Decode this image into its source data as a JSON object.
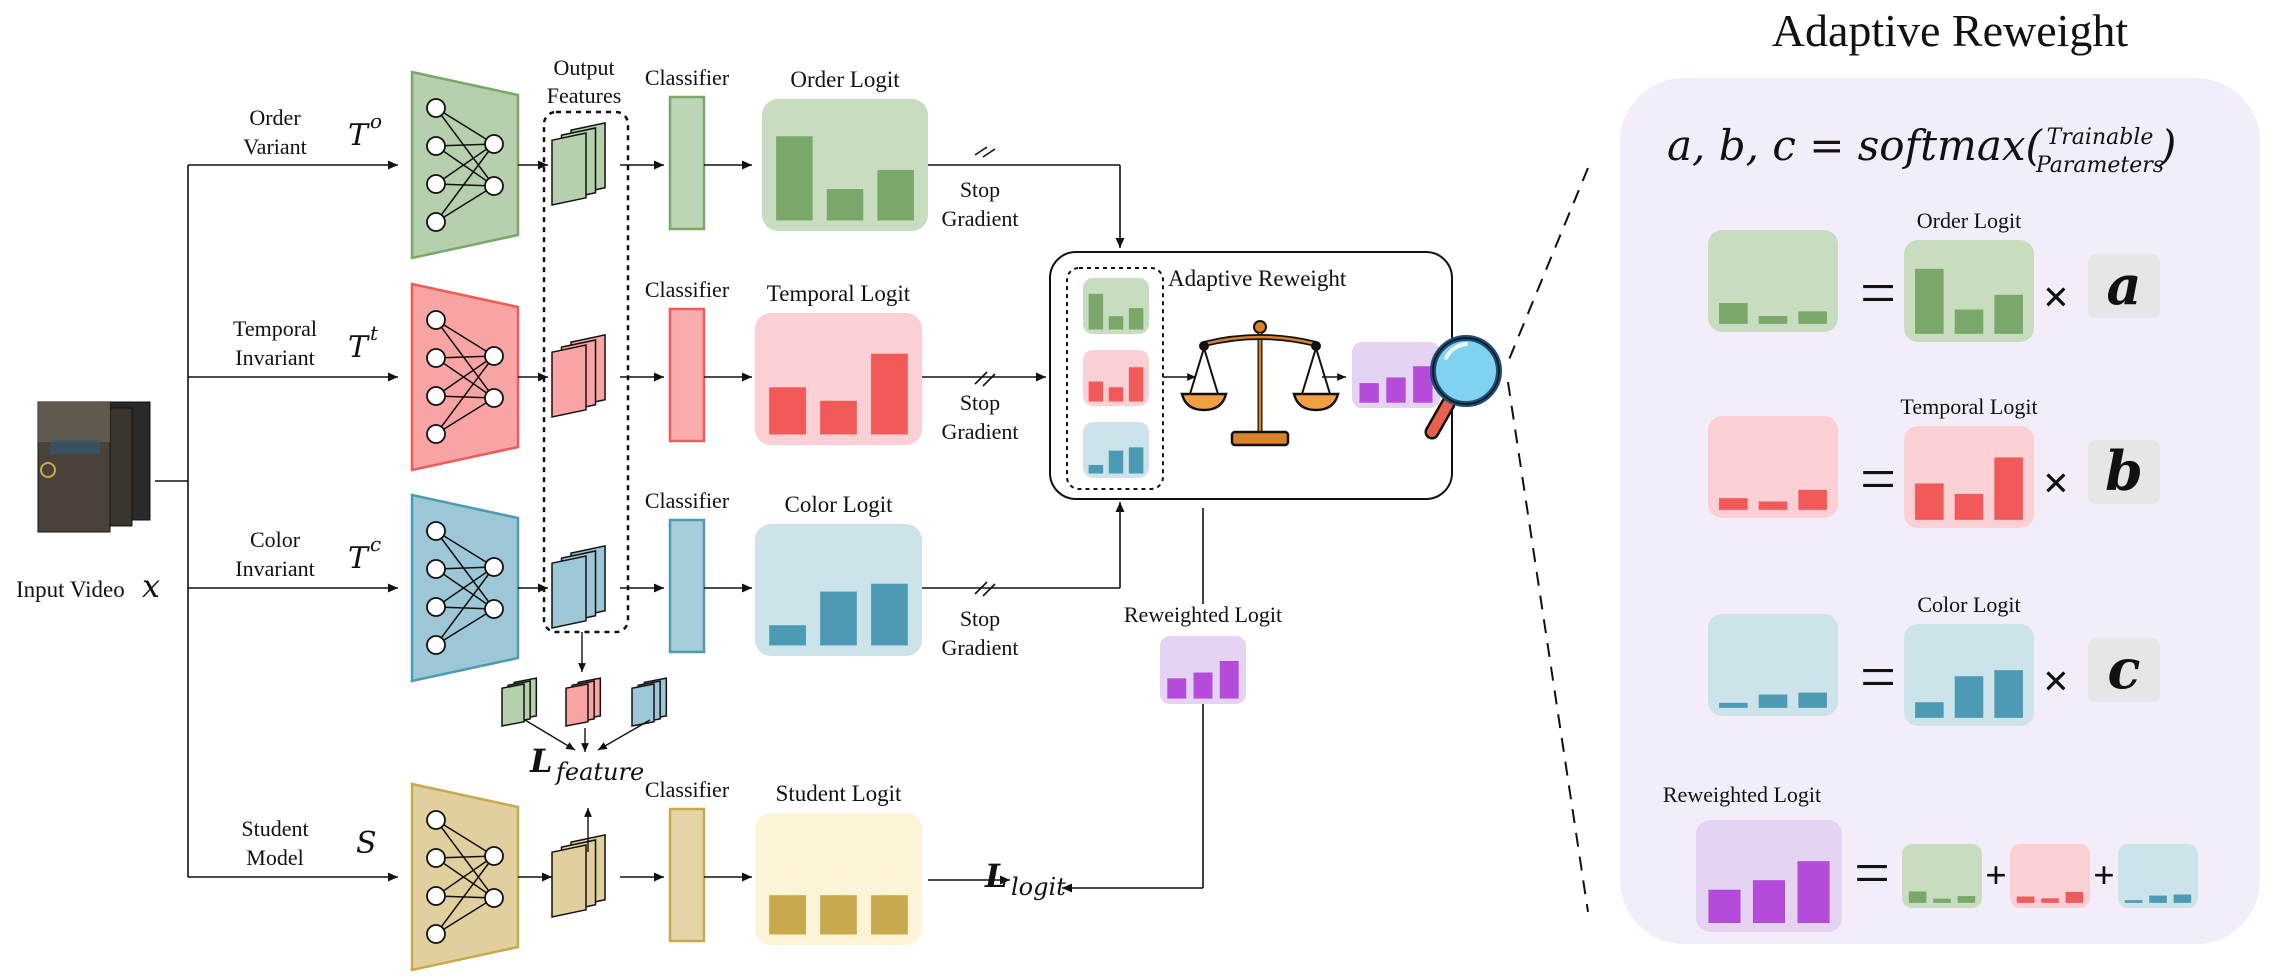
{
  "title": "Adaptive Reweight",
  "input": {
    "label": "Input Video",
    "symbol": "x"
  },
  "branches": [
    {
      "id": "order",
      "name_line1": "Order",
      "name_line2": "Variant",
      "symbol": "T",
      "sup": "o",
      "classifier": "Classifier",
      "logit": "Order Logit",
      "stop_line1": "Stop",
      "stop_line2": "Gradient",
      "color": "#7aa86a",
      "light": "#c8ddc0",
      "bars": [
        0.75,
        0.28,
        0.45
      ]
    },
    {
      "id": "temporal",
      "name_line1": "Temporal",
      "name_line2": "Invariant",
      "symbol": "T",
      "sup": "t",
      "classifier": "Classifier",
      "logit": "Temporal Logit",
      "stop_line1": "Stop",
      "stop_line2": "Gradient",
      "color": "#f25a5a",
      "light": "#fbd0d4",
      "bars": [
        0.42,
        0.3,
        0.72
      ]
    },
    {
      "id": "color",
      "name_line1": "Color",
      "name_line2": "Invariant",
      "symbol": "T",
      "sup": "c",
      "classifier": "Classifier",
      "logit": "Color Logit",
      "stop_line1": "Stop",
      "stop_line2": "Gradient",
      "color": "#4d9ab5",
      "light": "#cde3ea",
      "bars": [
        0.18,
        0.48,
        0.55
      ]
    }
  ],
  "student": {
    "name_line1": "Student",
    "name_line2": "Model",
    "symbol": "S",
    "classifier": "Classifier",
    "logit": "Student Logit",
    "color": "#c9a94e",
    "light": "#fdf3d6",
    "bars": [
      0.35,
      0.35,
      0.35
    ]
  },
  "output_features": {
    "line1": "Output",
    "line2": "Features"
  },
  "loss_feature": {
    "main": "L",
    "sub": "feature"
  },
  "loss_logit": {
    "main": "L",
    "sub": "logit"
  },
  "reweight_box": {
    "title": "Adaptive Reweight"
  },
  "reweighted": {
    "label": "Reweighted Logit",
    "color": "#b44bdb",
    "light": "#e4d3f2",
    "bars": [
      0.35,
      0.45,
      0.65
    ]
  },
  "panel": {
    "formula_lhs": "a, b, c = softmax(",
    "formula_top": "Trainable",
    "formula_bottom": "Parameters",
    "formula_rhs": ")",
    "rows": [
      {
        "label": "Order Logit",
        "weight": "a"
      },
      {
        "label": "Temporal Logit",
        "weight": "b"
      },
      {
        "label": "Color Logit",
        "weight": "c"
      }
    ],
    "reweighted_label": "Reweighted Logit",
    "times": "×",
    "equals": "=",
    "plus": "+"
  },
  "colors": {
    "panel_bg": "#f2edf9",
    "weight_bg": "#e6e6e6"
  }
}
